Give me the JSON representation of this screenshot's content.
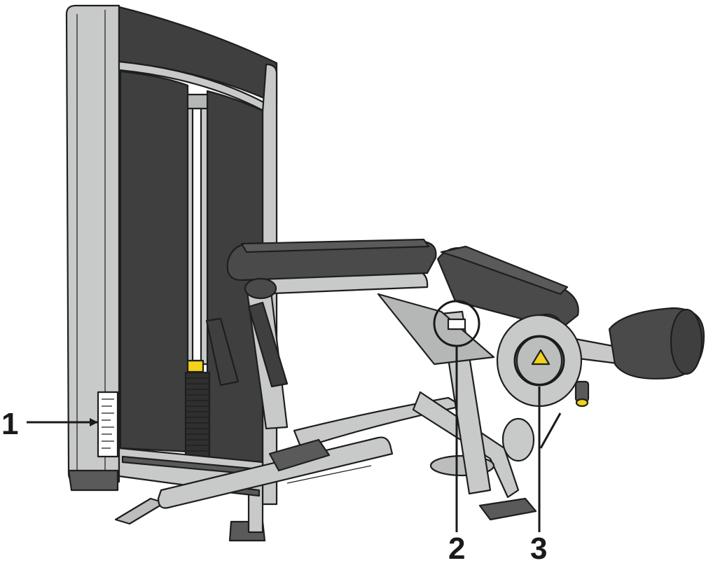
{
  "diagram": {
    "callouts": [
      {
        "id": "1",
        "label": "1"
      },
      {
        "id": "2",
        "label": "2"
      },
      {
        "id": "3",
        "label": "3"
      }
    ]
  },
  "colors": {
    "frame": "#c8c9c9",
    "frame_dark": "#a9abab",
    "upholstery": "#4a4a4a",
    "upholstery_top": "#5a5a5a",
    "panel": "#3f3f3f",
    "line": "#1e1e1e",
    "accent_yellow": "#f2d21b",
    "background": "#ffffff"
  }
}
